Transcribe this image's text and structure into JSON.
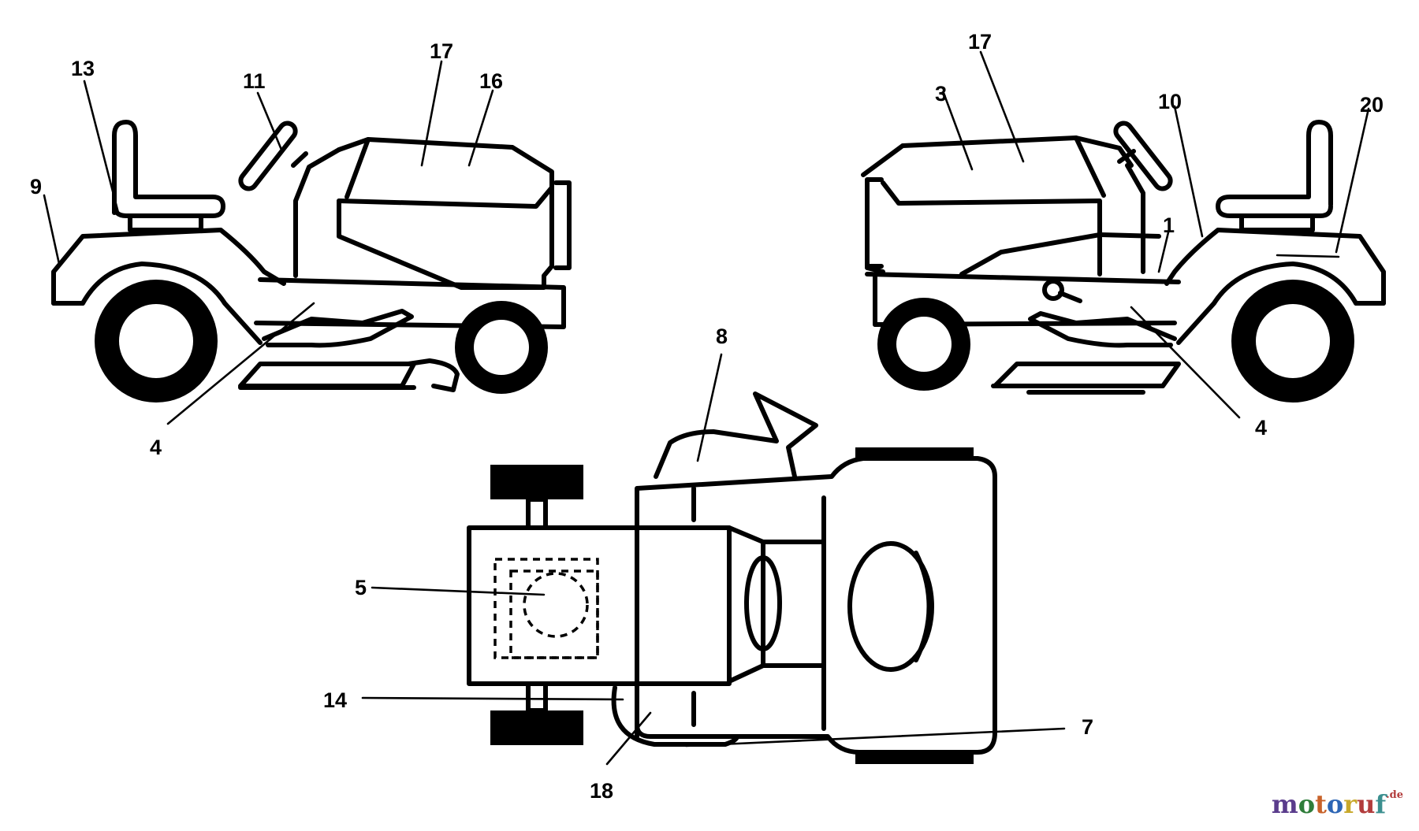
{
  "callouts": {
    "c1": "1",
    "c3": "3",
    "c4_left": "4",
    "c4_right": "4",
    "c5": "5",
    "c7": "7",
    "c8": "8",
    "c9": "9",
    "c10": "10",
    "c11": "11",
    "c13": "13",
    "c14": "14",
    "c16": "16",
    "c17_left": "17",
    "c17_right": "17",
    "c18": "18",
    "c20": "20"
  },
  "watermark": {
    "letters": [
      "m",
      "o",
      "t",
      "o",
      "r",
      "u",
      "f"
    ],
    "tld": ".de",
    "colors": [
      "#5a3c8c",
      "#2f7d3a",
      "#c8622a",
      "#2d66b5",
      "#c8a82a",
      "#b23c3c",
      "#3b8f8f"
    ]
  }
}
